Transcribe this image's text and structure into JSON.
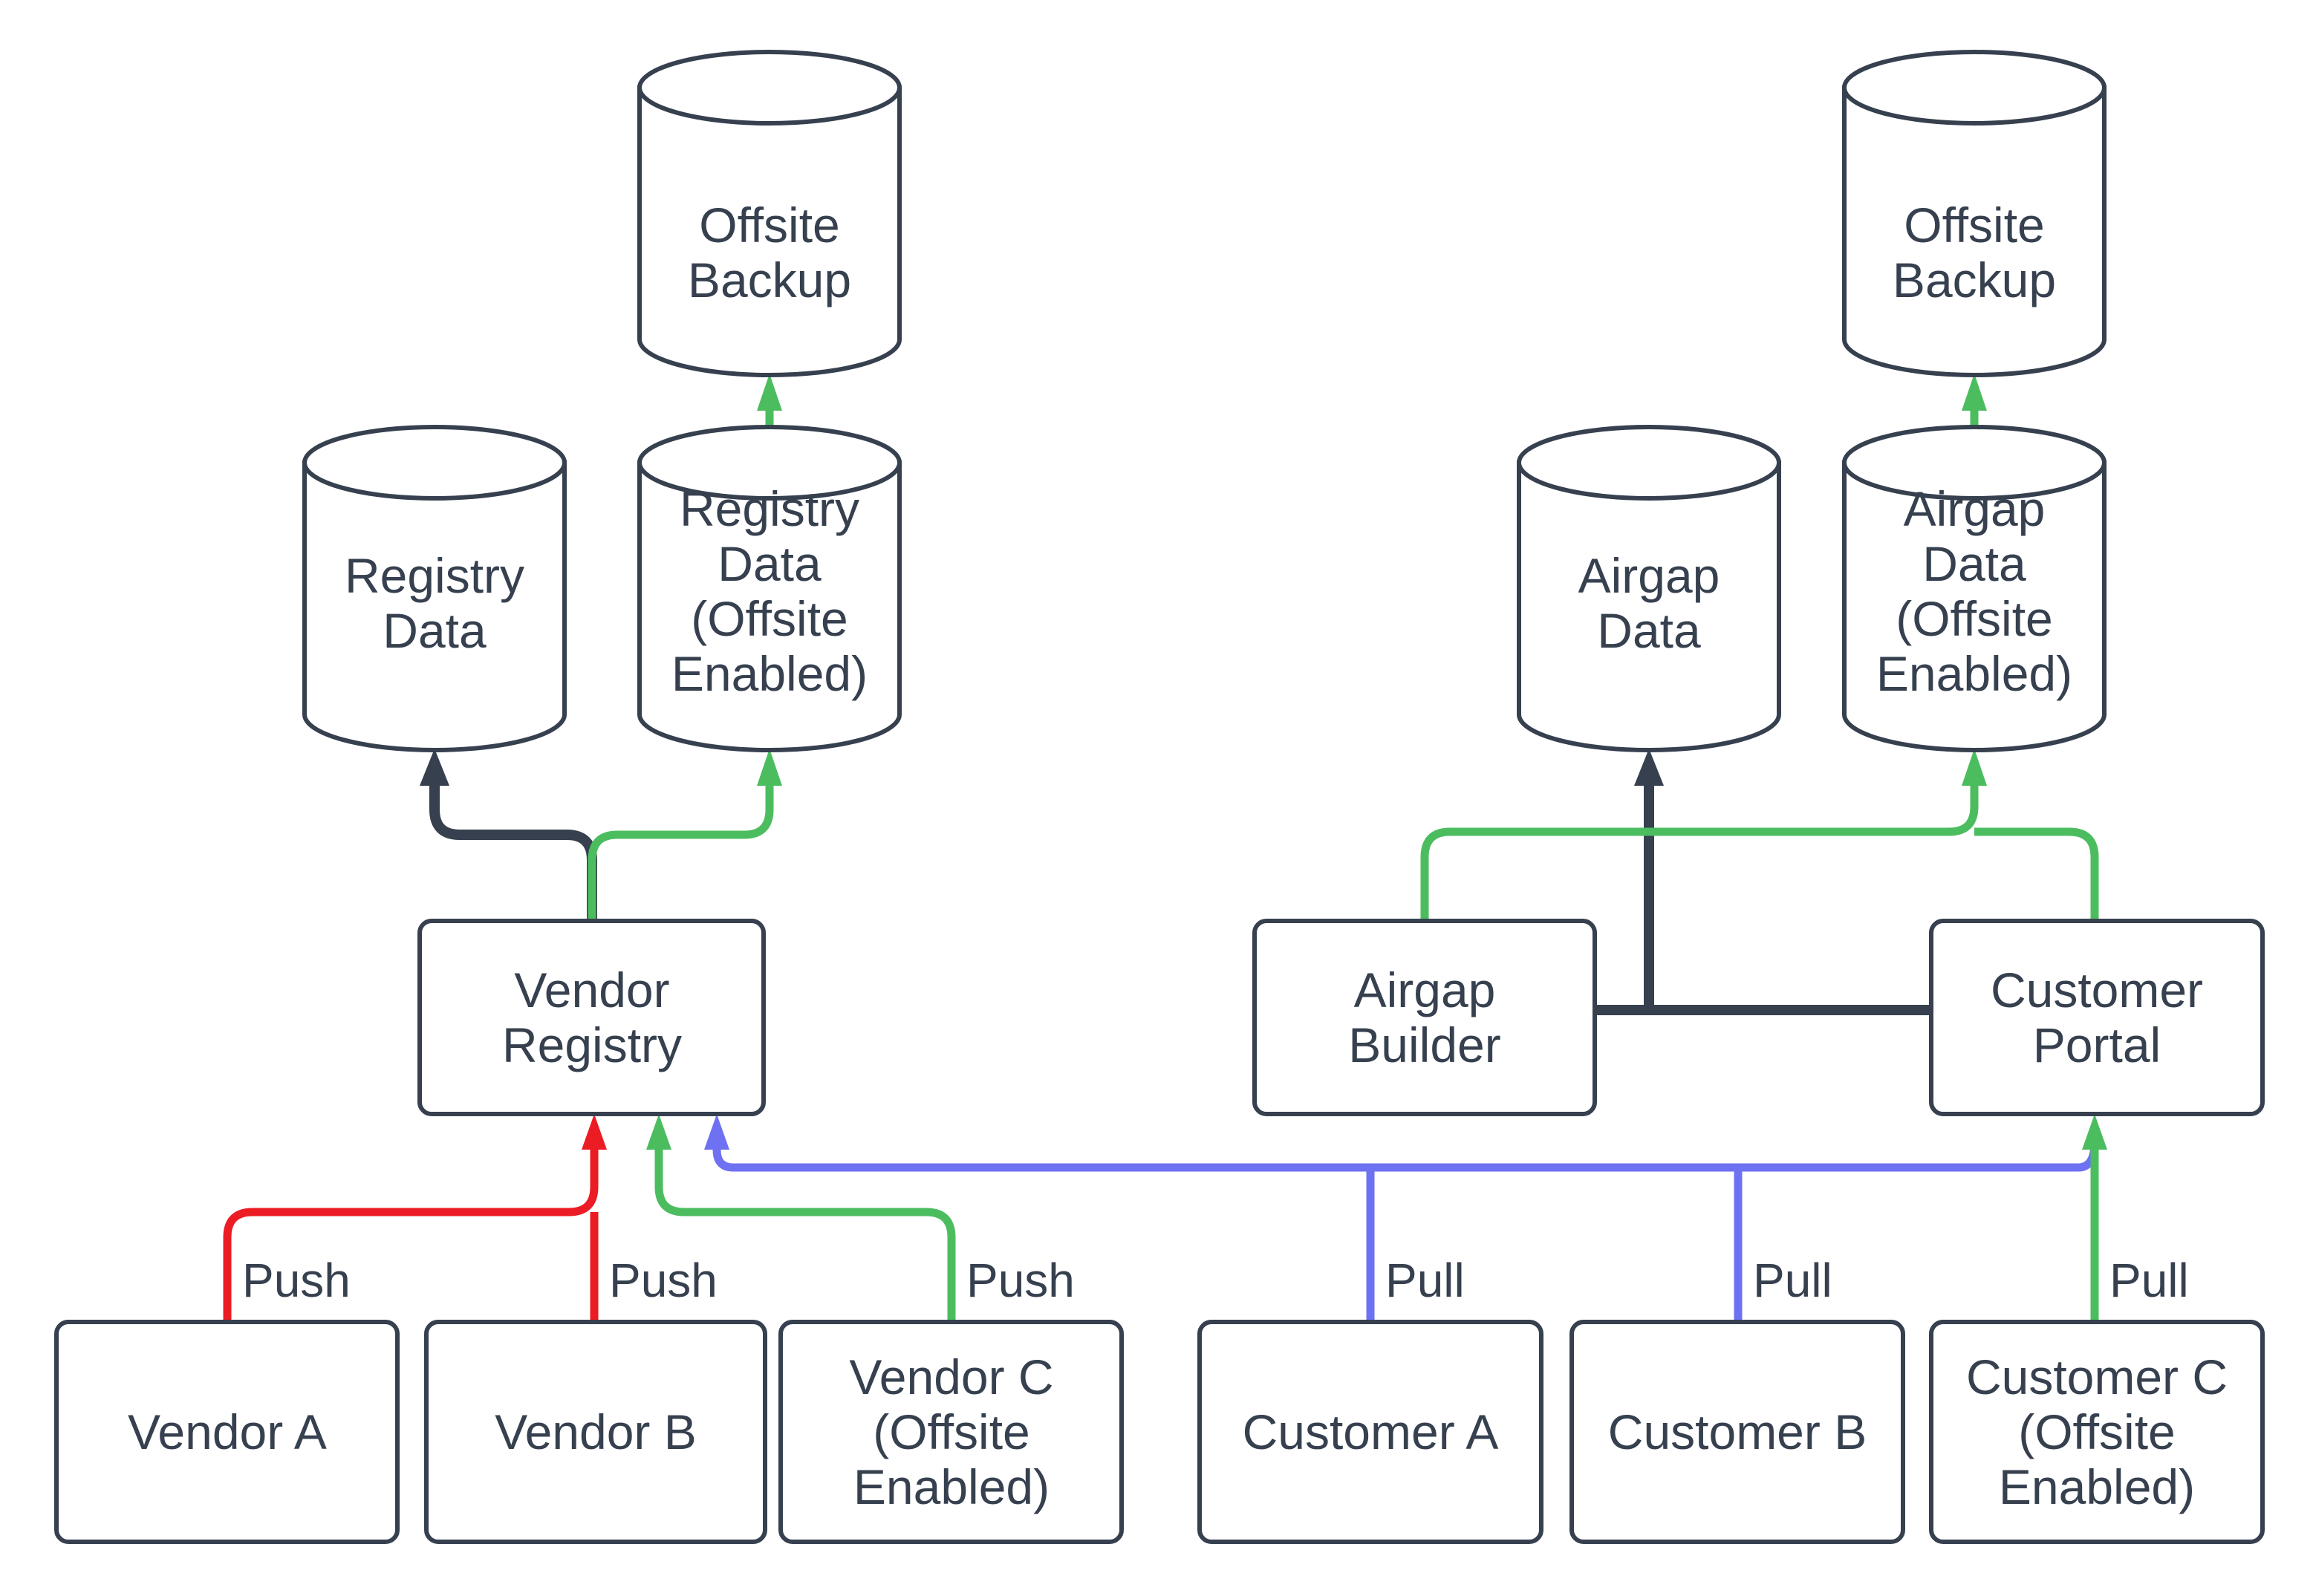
{
  "colors": {
    "background": "#ffffff",
    "node_border": "#36404f",
    "text": "#36404f",
    "dark_edge": "#36404f",
    "red": "#ec1c24",
    "green": "#4cbd5f",
    "blue": "#6e71f2"
  },
  "nodes": {
    "offsite_backup_left": {
      "type": "cylinder",
      "lines": [
        "Offsite",
        "Backup"
      ]
    },
    "registry_data": {
      "type": "cylinder",
      "lines": [
        "Registry",
        "Data"
      ]
    },
    "registry_data_offsite": {
      "type": "cylinder",
      "lines": [
        "Registry",
        "Data",
        "(Offsite",
        "Enabled)"
      ]
    },
    "vendor_registry": {
      "type": "rect",
      "lines": [
        "Vendor",
        "Registry"
      ]
    },
    "vendor_a": {
      "type": "rect",
      "lines": [
        "Vendor A"
      ]
    },
    "vendor_b": {
      "type": "rect",
      "lines": [
        "Vendor B"
      ]
    },
    "vendor_c": {
      "type": "rect",
      "lines": [
        "Vendor C",
        "(Offsite",
        "Enabled)"
      ]
    },
    "offsite_backup_right": {
      "type": "cylinder",
      "lines": [
        "Offsite",
        "Backup"
      ]
    },
    "airgap_data": {
      "type": "cylinder",
      "lines": [
        "Airgap",
        "Data"
      ]
    },
    "airgap_data_offsite": {
      "type": "cylinder",
      "lines": [
        "Airgap",
        "Data",
        "(Offsite",
        "Enabled)"
      ]
    },
    "airgap_builder": {
      "type": "rect",
      "lines": [
        "Airgap",
        "Builder"
      ]
    },
    "customer_portal": {
      "type": "rect",
      "lines": [
        "Customer",
        "Portal"
      ]
    },
    "customer_a": {
      "type": "rect",
      "lines": [
        "Customer A"
      ]
    },
    "customer_b": {
      "type": "rect",
      "lines": [
        "Customer B"
      ]
    },
    "customer_c": {
      "type": "rect",
      "lines": [
        "Customer C",
        "(Offsite",
        "Enabled)"
      ]
    }
  },
  "edges": [
    {
      "from": "Vendor A",
      "to": "Vendor Registry",
      "label": "Push",
      "color": "red"
    },
    {
      "from": "Vendor B",
      "to": "Vendor Registry",
      "label": "Push",
      "color": "red"
    },
    {
      "from": "Vendor C (Offsite Enabled)",
      "to": "Vendor Registry",
      "label": "Push",
      "color": "green"
    },
    {
      "from": "Customer A",
      "to": "Vendor Registry",
      "label": "Pull",
      "color": "blue"
    },
    {
      "from": "Customer B",
      "to": "Vendor Registry",
      "label": "Pull",
      "color": "blue"
    },
    {
      "from": "Customer C (Offsite Enabled)",
      "to": "Customer Portal",
      "label": "Pull",
      "color": "green"
    },
    {
      "from": "Customer Portal",
      "to": "Vendor Registry",
      "label": "",
      "color": "blue"
    },
    {
      "from": "Vendor Registry",
      "to": "Registry Data",
      "label": "",
      "color": "dark"
    },
    {
      "from": "Vendor Registry",
      "to": "Registry Data (Offsite Enabled)",
      "label": "",
      "color": "green"
    },
    {
      "from": "Registry Data (Offsite Enabled)",
      "to": "Offsite Backup",
      "label": "",
      "color": "green"
    },
    {
      "from": "Airgap Builder",
      "to": "Airgap Data",
      "label": "",
      "color": "dark"
    },
    {
      "from": "Customer Portal",
      "to": "Airgap Data",
      "label": "",
      "color": "dark"
    },
    {
      "from": "Airgap Builder",
      "to": "Airgap Data (Offsite Enabled)",
      "label": "",
      "color": "green"
    },
    {
      "from": "Customer Portal",
      "to": "Airgap Data (Offsite Enabled)",
      "label": "",
      "color": "green"
    },
    {
      "from": "Airgap Data (Offsite Enabled)",
      "to": "Offsite Backup",
      "label": "",
      "color": "green"
    }
  ]
}
